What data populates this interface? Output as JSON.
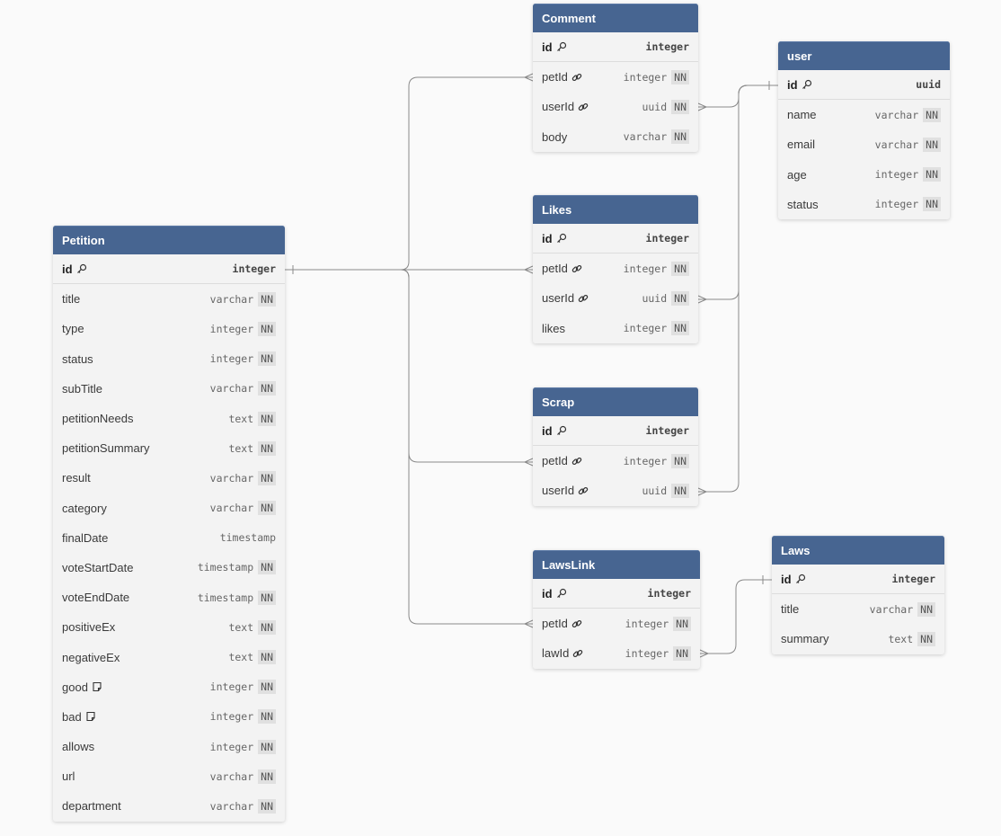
{
  "tables": {
    "petition": {
      "name": "Petition",
      "fields": [
        {
          "name": "id",
          "type": "integer",
          "nn": "",
          "pk": true,
          "icon": "key-icon"
        },
        {
          "name": "title",
          "type": "varchar",
          "nn": "NN"
        },
        {
          "name": "type",
          "type": "integer",
          "nn": "NN"
        },
        {
          "name": "status",
          "type": "integer",
          "nn": "NN"
        },
        {
          "name": "subTitle",
          "type": "varchar",
          "nn": "NN"
        },
        {
          "name": "petitionNeeds",
          "type": "text",
          "nn": "NN"
        },
        {
          "name": "petitionSummary",
          "type": "text",
          "nn": "NN"
        },
        {
          "name": "result",
          "type": "varchar",
          "nn": "NN"
        },
        {
          "name": "category",
          "type": "varchar",
          "nn": "NN"
        },
        {
          "name": "finalDate",
          "type": "timestamp",
          "nn": ""
        },
        {
          "name": "voteStartDate",
          "type": "timestamp",
          "nn": "NN"
        },
        {
          "name": "voteEndDate",
          "type": "timestamp",
          "nn": "NN"
        },
        {
          "name": "positiveEx",
          "type": "text",
          "nn": "NN"
        },
        {
          "name": "negativeEx",
          "type": "text",
          "nn": "NN"
        },
        {
          "name": "good",
          "type": "integer",
          "nn": "NN",
          "icon": "note-icon"
        },
        {
          "name": "bad",
          "type": "integer",
          "nn": "NN",
          "icon": "note-icon"
        },
        {
          "name": "allows",
          "type": "integer",
          "nn": "NN"
        },
        {
          "name": "url",
          "type": "varchar",
          "nn": "NN"
        },
        {
          "name": "department",
          "type": "varchar",
          "nn": "NN"
        }
      ]
    },
    "comment": {
      "name": "Comment",
      "fields": [
        {
          "name": "id",
          "type": "integer",
          "nn": "",
          "pk": true,
          "icon": "key-icon"
        },
        {
          "name": "petId",
          "type": "integer",
          "nn": "NN",
          "icon": "link-icon"
        },
        {
          "name": "userId",
          "type": "uuid",
          "nn": "NN",
          "icon": "link-icon"
        },
        {
          "name": "body",
          "type": "varchar",
          "nn": "NN"
        }
      ]
    },
    "likes": {
      "name": "Likes",
      "fields": [
        {
          "name": "id",
          "type": "integer",
          "nn": "",
          "pk": true,
          "icon": "key-icon"
        },
        {
          "name": "petId",
          "type": "integer",
          "nn": "NN",
          "icon": "link-icon"
        },
        {
          "name": "userId",
          "type": "uuid",
          "nn": "NN",
          "icon": "link-icon"
        },
        {
          "name": "likes",
          "type": "integer",
          "nn": "NN"
        }
      ]
    },
    "scrap": {
      "name": "Scrap",
      "fields": [
        {
          "name": "id",
          "type": "integer",
          "nn": "",
          "pk": true,
          "icon": "key-icon"
        },
        {
          "name": "petId",
          "type": "integer",
          "nn": "NN",
          "icon": "link-icon"
        },
        {
          "name": "userId",
          "type": "uuid",
          "nn": "NN",
          "icon": "link-icon"
        }
      ]
    },
    "lawslink": {
      "name": "LawsLink",
      "fields": [
        {
          "name": "id",
          "type": "integer",
          "nn": "",
          "pk": true,
          "icon": "key-icon"
        },
        {
          "name": "petId",
          "type": "integer",
          "nn": "NN",
          "icon": "link-icon"
        },
        {
          "name": "lawId",
          "type": "integer",
          "nn": "NN",
          "icon": "link-icon"
        }
      ]
    },
    "user": {
      "name": "user",
      "fields": [
        {
          "name": "id",
          "type": "uuid",
          "nn": "",
          "pk": true,
          "icon": "key-icon"
        },
        {
          "name": "name",
          "type": "varchar",
          "nn": "NN"
        },
        {
          "name": "email",
          "type": "varchar",
          "nn": "NN"
        },
        {
          "name": "age",
          "type": "integer",
          "nn": "NN"
        },
        {
          "name": "status",
          "type": "integer",
          "nn": "NN"
        }
      ]
    },
    "laws": {
      "name": "Laws",
      "fields": [
        {
          "name": "id",
          "type": "integer",
          "nn": "",
          "pk": true,
          "icon": "key-icon"
        },
        {
          "name": "title",
          "type": "varchar",
          "nn": "NN"
        },
        {
          "name": "summary",
          "type": "text",
          "nn": "NN"
        }
      ]
    }
  },
  "relations": [
    {
      "from": "comment.petId",
      "to": "petition.id",
      "kind": "many-to-one"
    },
    {
      "from": "likes.petId",
      "to": "petition.id",
      "kind": "many-to-one"
    },
    {
      "from": "scrap.petId",
      "to": "petition.id",
      "kind": "many-to-one"
    },
    {
      "from": "lawslink.petId",
      "to": "petition.id",
      "kind": "many-to-one"
    },
    {
      "from": "comment.userId",
      "to": "user.id",
      "kind": "many-to-one"
    },
    {
      "from": "likes.userId",
      "to": "user.id",
      "kind": "many-to-one"
    },
    {
      "from": "scrap.userId",
      "to": "user.id",
      "kind": "many-to-one"
    },
    {
      "from": "lawslink.lawId",
      "to": "laws.id",
      "kind": "many-to-one"
    }
  ],
  "colors": {
    "header_bg": "#476591",
    "header_text": "#ffffff",
    "body_bg": "#f3f3f3",
    "line": "#8a8a8a",
    "canvas": "#fafafa"
  }
}
